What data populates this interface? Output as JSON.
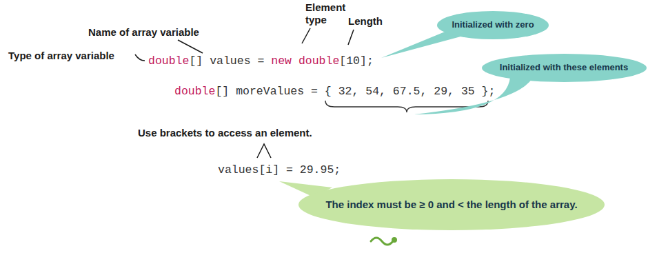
{
  "diagram": {
    "nodes": [
      {
        "text": [
          "Initialized with zero"
        ]
      },
      {
        "text": [
          "Initialized with these elements"
        ]
      },
      {
        "text": [
          "The index must be ≥ 0 and < the length of the array."
        ]
      }
    ],
    "labels": [
      "Element type",
      "Length",
      "Name of array variable",
      "Type of array variable",
      "double[] values = new double[10];",
      "double[] moreValues = { 32, 54, 67.5, 29, 35 };",
      "Use brackets to access an element.",
      "values[i] = 29.95;"
    ]
  }
}
